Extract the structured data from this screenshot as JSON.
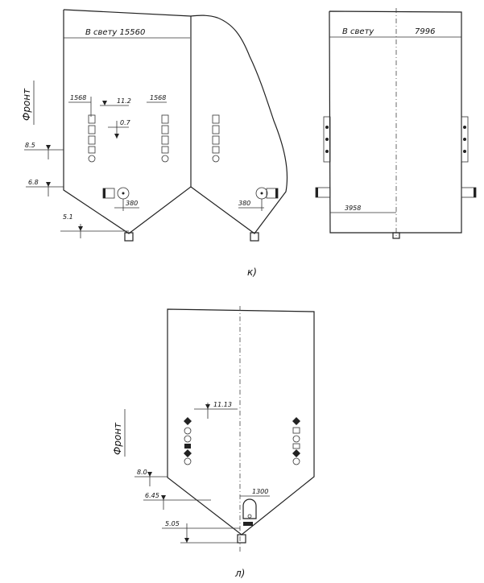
{
  "top_left": {
    "span_label": "В свету 15560",
    "side_label": "Фронт",
    "dims": {
      "spacing_left": "1568",
      "spacing_right": "1568",
      "h_offset": "11.2",
      "v_offset": "0.7",
      "level_1": "8.5",
      "level_2": "6.8",
      "level_3": "5.1",
      "outlet_left": "380",
      "outlet_right": "380"
    }
  },
  "top_right": {
    "span_label": "В свету",
    "span_value": "7996",
    "bottom_dim": "3958"
  },
  "captions": {
    "upper": "к)",
    "lower": "л)"
  },
  "bottom": {
    "side_label": "Фронт",
    "dims": {
      "h_offset": "11.13",
      "level_1": "8.0",
      "level_2": "6.45",
      "level_3": "5.05",
      "outlet": "1300"
    }
  }
}
